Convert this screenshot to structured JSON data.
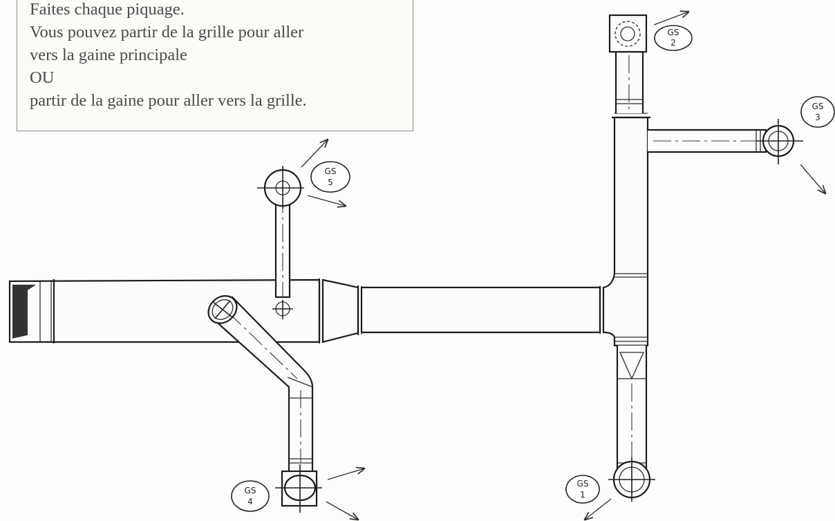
{
  "instructions": {
    "lines": [
      "Faites chaque piquage.",
      "Vous pouvez partir de la grille pour aller",
      "vers la gaine principale",
      "OU",
      "partir de la gaine pour aller vers la grille."
    ]
  },
  "grilles": [
    {
      "prefix": "GS",
      "number": "1"
    },
    {
      "prefix": "GS",
      "number": "2"
    },
    {
      "prefix": "GS",
      "number": "3"
    },
    {
      "prefix": "GS",
      "number": "4"
    },
    {
      "prefix": "GS",
      "number": "5"
    }
  ]
}
